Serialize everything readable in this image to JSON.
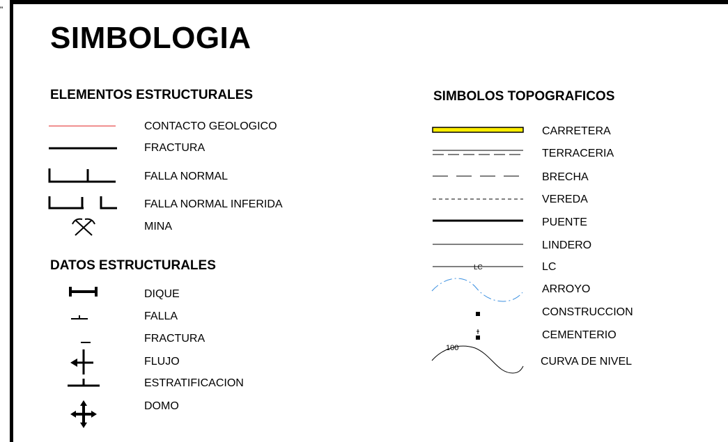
{
  "corner_mark": "\"",
  "title": "SIMBOLOGIA",
  "structural_elements": {
    "heading": "ELEMENTOS ESTRUCTURALES",
    "items": [
      {
        "label": "CONTACTO GEOLOGICO",
        "icon": "red-line-icon"
      },
      {
        "label": "FRACTURA",
        "icon": "solid-line-icon"
      },
      {
        "label": "FALLA NORMAL",
        "icon": "normal-fault-icon"
      },
      {
        "label": "FALLA NORMAL INFERIDA",
        "icon": "inferred-normal-fault-icon"
      },
      {
        "label": "MINA",
        "icon": "crossed-picks-icon"
      }
    ]
  },
  "structural_data": {
    "heading": "DATOS ESTRUCTURALES",
    "items": [
      {
        "label": "DIQUE",
        "icon": "dike-icon"
      },
      {
        "label": "FALLA",
        "icon": "fault-strike-icon"
      },
      {
        "label": "FRACTURA",
        "icon": "fracture-dip-icon"
      },
      {
        "label": "FLUJO",
        "icon": "flow-arrow-icon"
      },
      {
        "label": "ESTRATIFICACION",
        "icon": "bedding-icon"
      },
      {
        "label": "DOMO",
        "icon": "dome-icon"
      }
    ]
  },
  "topographic": {
    "heading": "SIMBOLOS TOPOGRAFICOS",
    "items": [
      {
        "label": "CARRETERA",
        "icon": "highway-icon"
      },
      {
        "label": "TERRACERIA",
        "icon": "dirt-road-icon"
      },
      {
        "label": "BRECHA",
        "icon": "gap-road-icon"
      },
      {
        "label": "VEREDA",
        "icon": "footpath-icon"
      },
      {
        "label": "PUENTE",
        "icon": "bridge-icon"
      },
      {
        "label": "LINDERO",
        "icon": "boundary-icon"
      },
      {
        "label": "LC",
        "icon": "lc-line-icon",
        "symbol_text": "LC"
      },
      {
        "label": "ARROYO",
        "icon": "stream-icon"
      },
      {
        "label": "CONSTRUCCION",
        "icon": "building-icon"
      },
      {
        "label": "CEMENTERIO",
        "icon": "cemetery-icon"
      },
      {
        "label": "CURVA DE NIVEL",
        "icon": "contour-line-icon",
        "symbol_text": "100"
      }
    ]
  },
  "colors": {
    "contact_line": "#e02020",
    "highway_fill": "#ffee00",
    "stream": "#3a8fe0"
  }
}
